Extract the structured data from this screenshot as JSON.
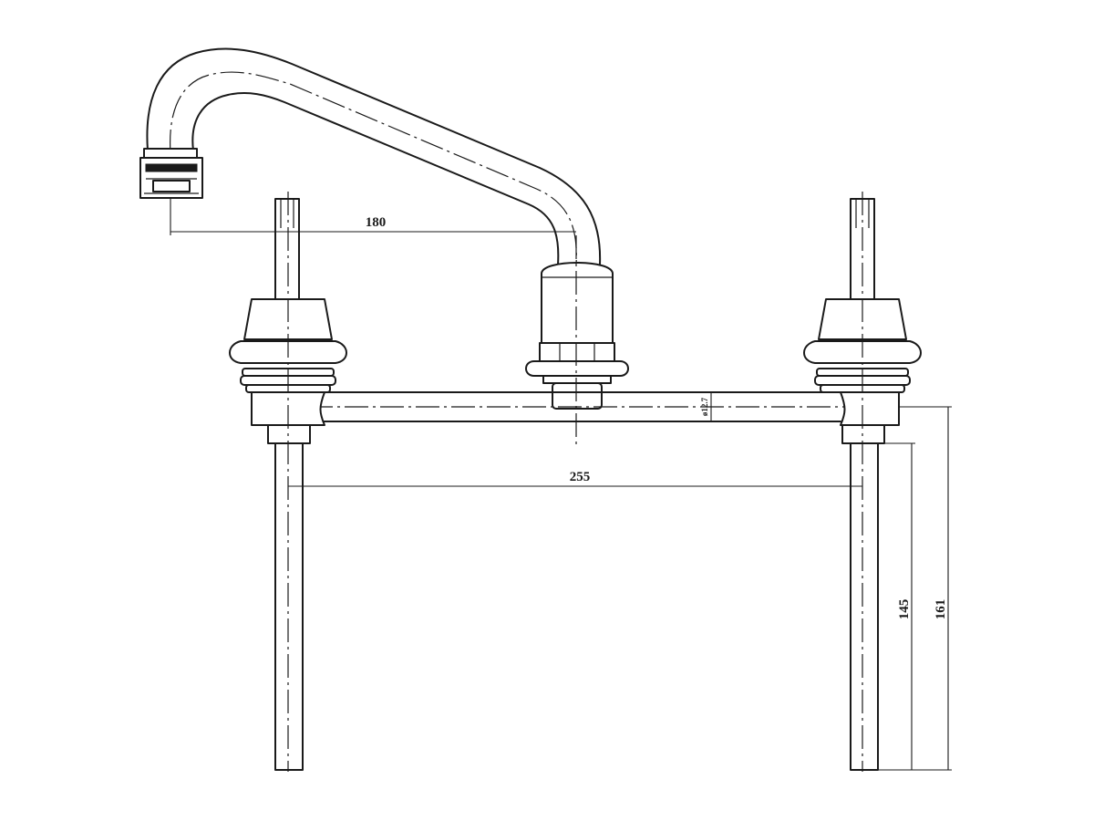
{
  "dimensions": {
    "spout_reach": "180",
    "handle_centres": "255",
    "pipe_diameter": "ø12.7",
    "tail_length": "145",
    "overall_tail_length": "161"
  }
}
